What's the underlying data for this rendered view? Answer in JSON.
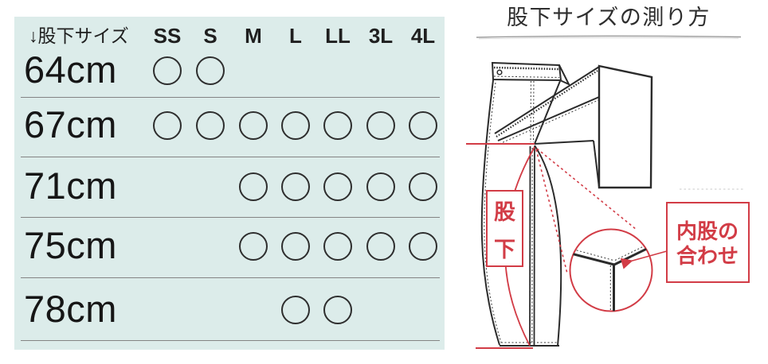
{
  "size_chart": {
    "row_header": "↓股下サイズ",
    "columns": [
      "SS",
      "S",
      "M",
      "L",
      "LL",
      "3L",
      "4L"
    ],
    "availability_mark": "circle",
    "rows": [
      {
        "inseam": "64cm",
        "available": [
          "SS",
          "S"
        ]
      },
      {
        "inseam": "67cm",
        "available": [
          "SS",
          "S",
          "M",
          "L",
          "LL",
          "3L",
          "4L"
        ]
      },
      {
        "inseam": "71cm",
        "available": [
          "M",
          "L",
          "LL",
          "3L",
          "4L"
        ]
      },
      {
        "inseam": "75cm",
        "available": [
          "M",
          "L",
          "LL",
          "3L",
          "4L"
        ]
      },
      {
        "inseam": "78cm",
        "available": [
          "L",
          "LL"
        ]
      }
    ]
  },
  "diagram": {
    "title": "股下サイズの測り方",
    "inseam_box": {
      "lines": [
        "股",
        "下"
      ]
    },
    "inner_box": {
      "lines": [
        "内股の",
        "合わせ"
      ]
    }
  },
  "colors": {
    "accent_red": "#d23c46",
    "panel_bg": "#dcecea",
    "ink": "#1f1f1f",
    "separator_gray": "#848484"
  }
}
